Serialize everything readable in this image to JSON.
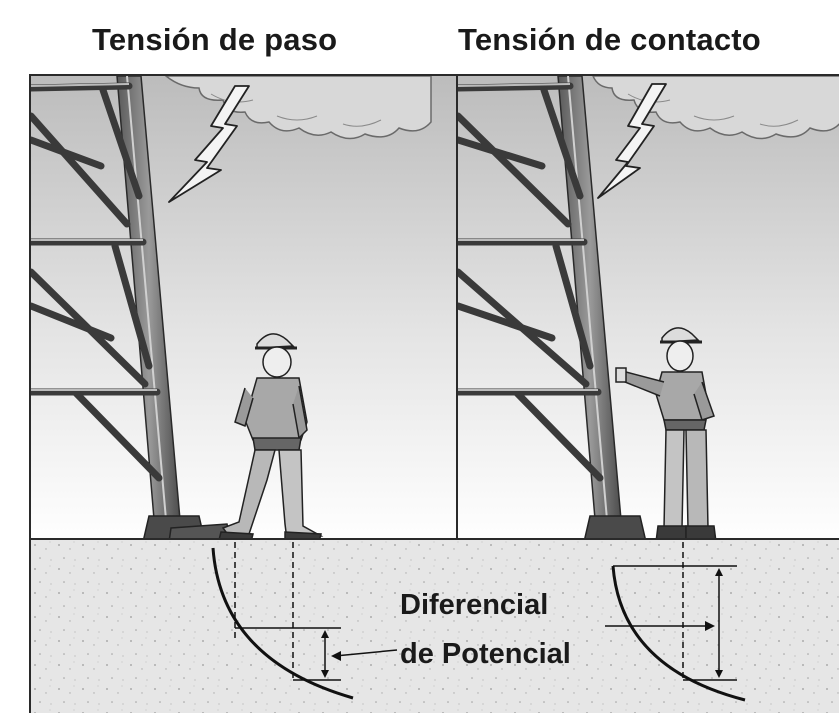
{
  "titles": {
    "step_voltage": "Tensión de paso",
    "touch_voltage": "Tensión de contacto"
  },
  "ground_label": {
    "line1": "Diferencial",
    "line2": "de Potencial"
  },
  "icons": [
    "lightning-bolt-icon",
    "storm-cloud-icon",
    "transmission-tower-icon",
    "worker-icon"
  ],
  "colors": {
    "sky_top": "#bdbdbd",
    "sky_bottom": "#ffffff",
    "ground": "#e6e6e6",
    "line": "#1a1a1a"
  }
}
